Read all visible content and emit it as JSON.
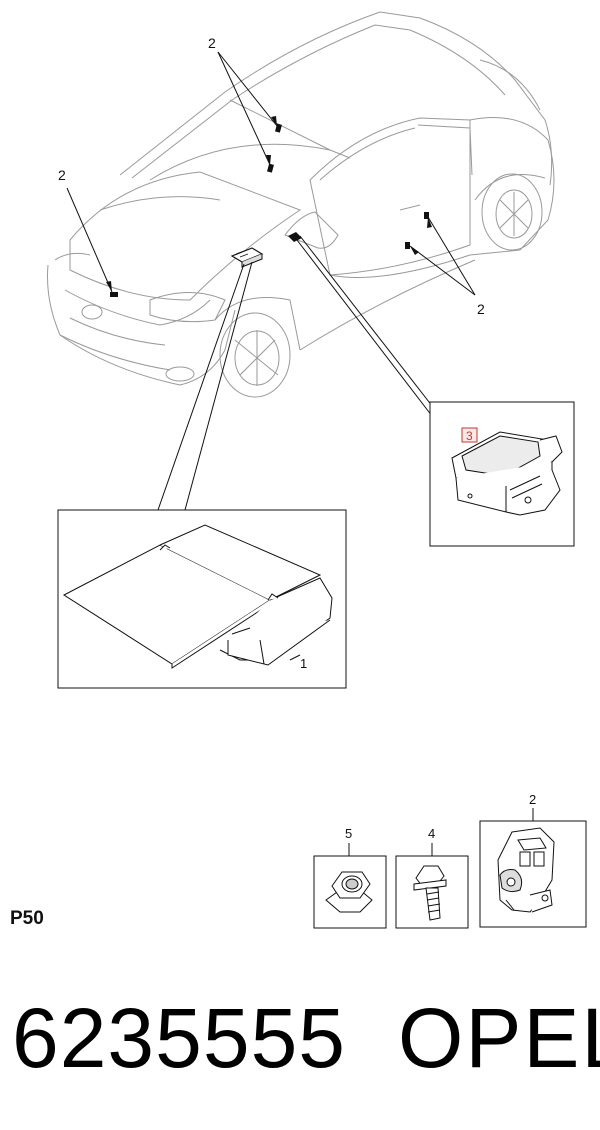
{
  "callouts": {
    "top": "2",
    "left": "2",
    "right": "2",
    "sensor_box": "3",
    "module_box": "1",
    "nut": "5",
    "bolt": "4",
    "sensor": "2"
  },
  "diagram_code": "P50",
  "part_number": "6235555",
  "brand": "OPEL",
  "colors": {
    "line": "#2b2b2b",
    "highlight": "#c0392b",
    "background": "#ffffff"
  }
}
